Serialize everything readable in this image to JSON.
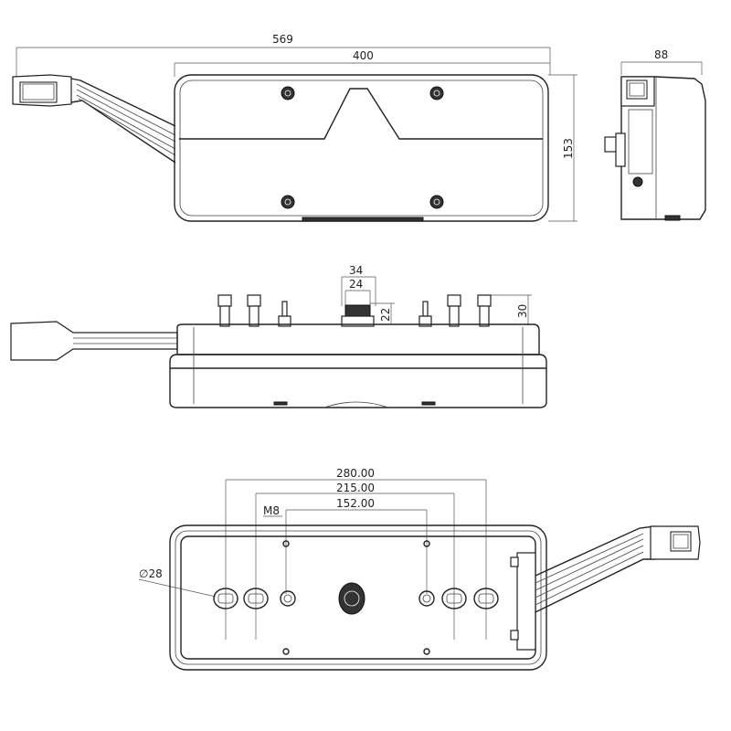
{
  "dimensions": {
    "top_view": {
      "overall_length": "569",
      "lens_length": "400",
      "height": "153",
      "side_depth": "88"
    },
    "middle_view": {
      "gland_outer": "34",
      "gland_inner": "24",
      "gland_height": "22",
      "stud_height": "30"
    },
    "bottom_view": {
      "outer_spacing": "280.00",
      "middle_spacing": "215.00",
      "inner_spacing": "152.00",
      "thread": "M8",
      "diameter": "∅28"
    }
  }
}
